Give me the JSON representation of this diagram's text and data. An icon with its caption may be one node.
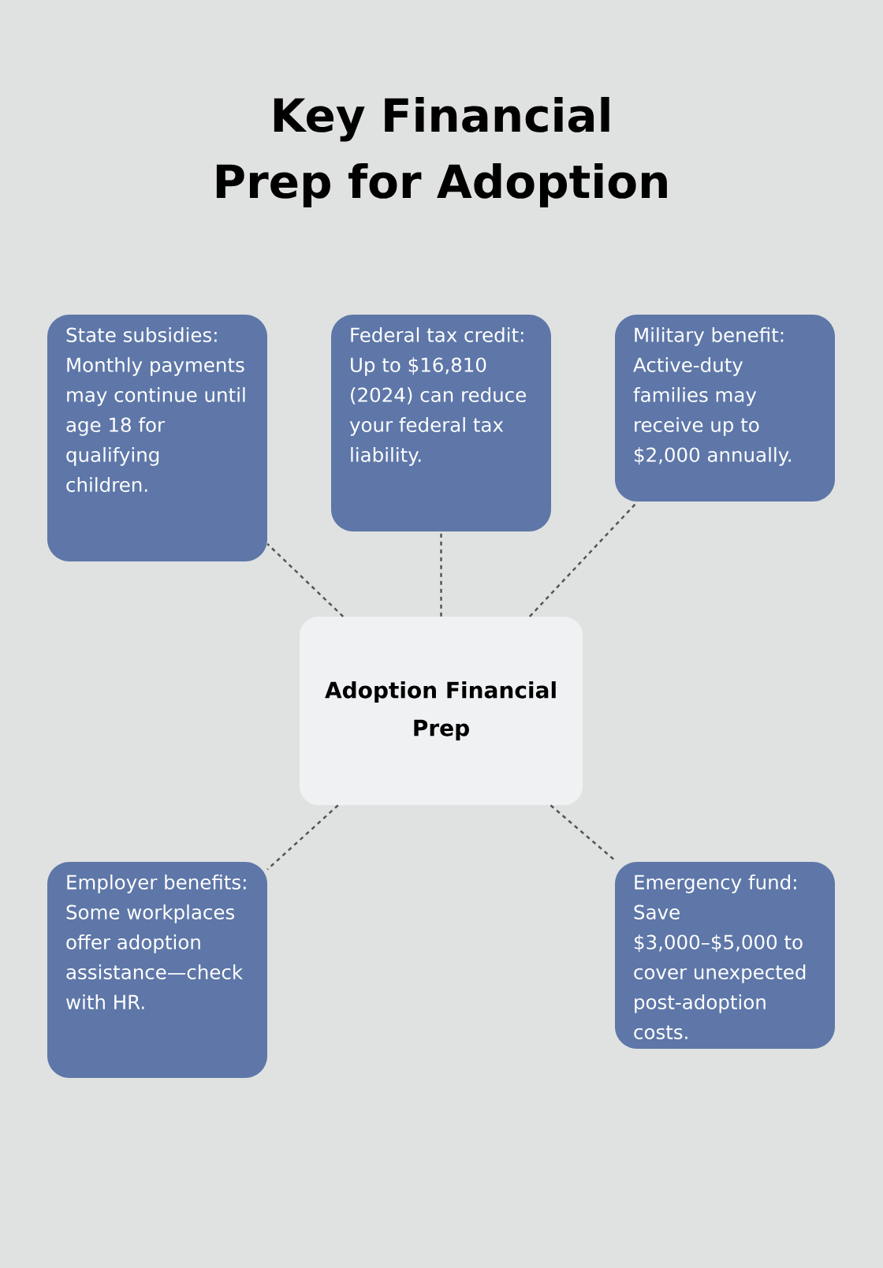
{
  "diagram": {
    "title": "Key Financial Prep for Adoption",
    "nodes": [
      {
        "text": [
          "Adoption Financial Prep"
        ]
      },
      {
        "text": [
          "State subsidies: Monthly payments may continue until age 18 for qualifying children."
        ]
      },
      {
        "text": [
          "Federal tax credit: Up to $16,810 (2024) can reduce your federal tax liability."
        ]
      },
      {
        "text": [
          "Military benefit: Active-duty families may receive up to $2,000 annually."
        ]
      },
      {
        "text": [
          "Employer benefits: Some workplaces offer adoption assistance—check with HR."
        ]
      },
      {
        "text": [
          "Emergency fund: Save $3,000–$5,000 to cover unexpected post-adoption costs."
        ]
      }
    ],
    "edges": [
      {
        "from": 0,
        "to": 1,
        "arrow": "none",
        "style": "dashed"
      },
      {
        "from": 0,
        "to": 2,
        "arrow": "none",
        "style": "dashed"
      },
      {
        "from": 0,
        "to": 3,
        "arrow": "none",
        "style": "dashed"
      },
      {
        "from": 0,
        "to": 4,
        "arrow": "none",
        "style": "dashed"
      },
      {
        "from": 0,
        "to": 5,
        "arrow": "none",
        "style": "dashed"
      }
    ]
  }
}
